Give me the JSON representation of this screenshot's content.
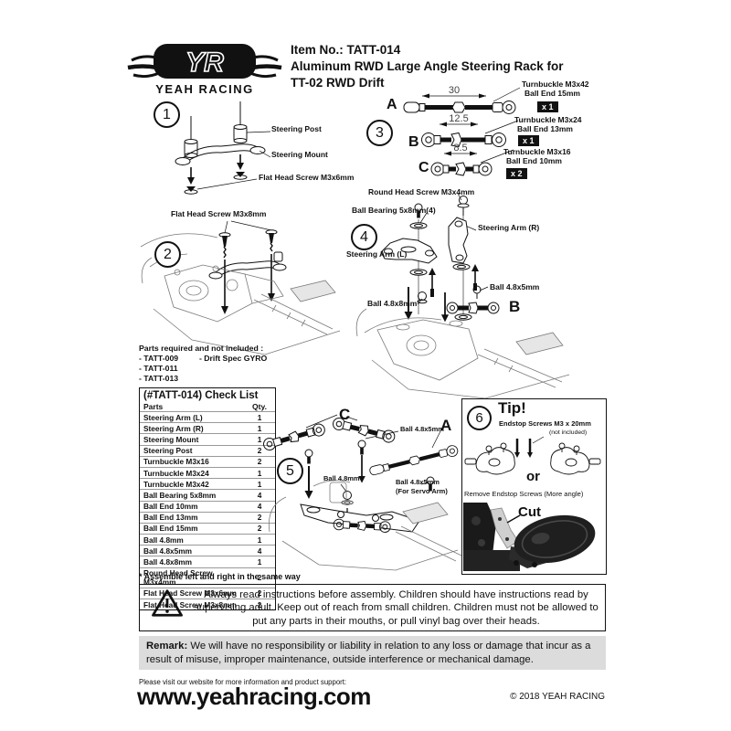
{
  "header": {
    "logo_monogram": "YR",
    "logo_name": "YEAH RACING",
    "item_no": "Item No.: TATT-014",
    "title_line2": "Aluminum RWD Large Angle Steering Rack for",
    "title_line3": "TT-02 RWD Drift"
  },
  "steps": {
    "step1": {
      "number": "1",
      "labels": {
        "post": "Steering Post",
        "mount": "Steering Mount",
        "screw": "Flat Head Screw M3x6mm"
      }
    },
    "step2": {
      "number": "2",
      "label": "Flat Head Screw M3x8mm"
    },
    "step3": {
      "number": "3",
      "rows": [
        {
          "letter": "A",
          "dim": "30",
          "part": "Turnbuckle M3x42",
          "ball": "Ball End 15mm",
          "qty": "x 1"
        },
        {
          "letter": "B",
          "dim": "12.5",
          "part": "Turnbuckle M3x24",
          "ball": "Ball End 13mm",
          "qty": "x 1"
        },
        {
          "letter": "C",
          "dim": "8.5",
          "part": "Turnbuckle M3x16",
          "ball": "Ball End 10mm",
          "qty": "x 2"
        }
      ]
    },
    "step4": {
      "number": "4",
      "labels": {
        "round_head": "Round Head Screw M3x4mm",
        "bearing": "Ball Bearing 5x8mm(4)",
        "arm_r": "Steering Arm (R)",
        "arm_l": "Steering Arm (L)",
        "ball_4_8x5": "Ball 4.8x5mm",
        "ball_4_8x8": "Ball 4.8x8mm",
        "marker": "B"
      }
    },
    "step5": {
      "number": "5",
      "labels": {
        "marker_c": "C",
        "marker_a": "A",
        "ball_4_8x5": "Ball 4.8x5mm",
        "ball_4_8": "Ball 4.8mm",
        "servo_line1": "Ball 4.8x5mm",
        "servo_line2": "(For Servo Arm)"
      }
    },
    "step6": {
      "number": "6",
      "tip": "Tip!",
      "endstop": "Endstop Screws M3 x 20mm",
      "not_included": "(not included)",
      "or": "or",
      "remove": "Remove Endstop Screws (More angle)",
      "cut": "Cut"
    }
  },
  "parts_required": {
    "title": "Parts required and not included :",
    "item1": "- TATT-009",
    "item1b": "- Drift Spec GYRO",
    "item2": "- TATT-011",
    "item3": "- TATT-013"
  },
  "check_list": {
    "title": "(#TATT-014) Check List",
    "col_part": "Parts",
    "col_qty": "Qty.",
    "rows": [
      {
        "part": "Steering Arm (L)",
        "qty": "1"
      },
      {
        "part": "Steering Arm (R)",
        "qty": "1"
      },
      {
        "part": "Steering Mount",
        "qty": "1"
      },
      {
        "part": "Steering Post",
        "qty": "2"
      },
      {
        "part": "Turnbuckle M3x16",
        "qty": "2"
      },
      {
        "part": "Turnbuckle M3x24",
        "qty": "1"
      },
      {
        "part": "Turnbuckle M3x42",
        "qty": "1"
      },
      {
        "part": "Ball Bearing 5x8mm",
        "qty": "4"
      },
      {
        "part": "Ball End 10mm",
        "qty": "4"
      },
      {
        "part": "Ball End 13mm",
        "qty": "2"
      },
      {
        "part": "Ball End 15mm",
        "qty": "2"
      },
      {
        "part": "Ball 4.8mm",
        "qty": "1"
      },
      {
        "part": "Ball 4.8x5mm",
        "qty": "4"
      },
      {
        "part": "Ball 4.8x8mm",
        "qty": "1"
      },
      {
        "part": "Round Head Screw M3x4mm",
        "qty": "2"
      },
      {
        "part": "Flat Head Screw M3x6mm",
        "qty": "2"
      },
      {
        "part": "Flat Head Screw M3x8mm",
        "qty": "2"
      }
    ]
  },
  "footnote": "* Assemble left and right in the same way",
  "warning": {
    "text": "Always read instructions before assembly. Children should have instructions read by supervising adult. Keep out of reach from small children. Children must not be allowed to put any parts in their mouths, or pull vinyl bag over their heads."
  },
  "remark": {
    "label": "Remark:",
    "text": "We will have no responsibility or liability in relation to any loss or damage that incur as a result of misuse, improper maintenance, outside interference or mechanical damage."
  },
  "footer": {
    "support": "Please visit our website for more information and product support:",
    "url": "www.yeahracing.com",
    "copyright": "© 2018 YEAH RACING"
  }
}
